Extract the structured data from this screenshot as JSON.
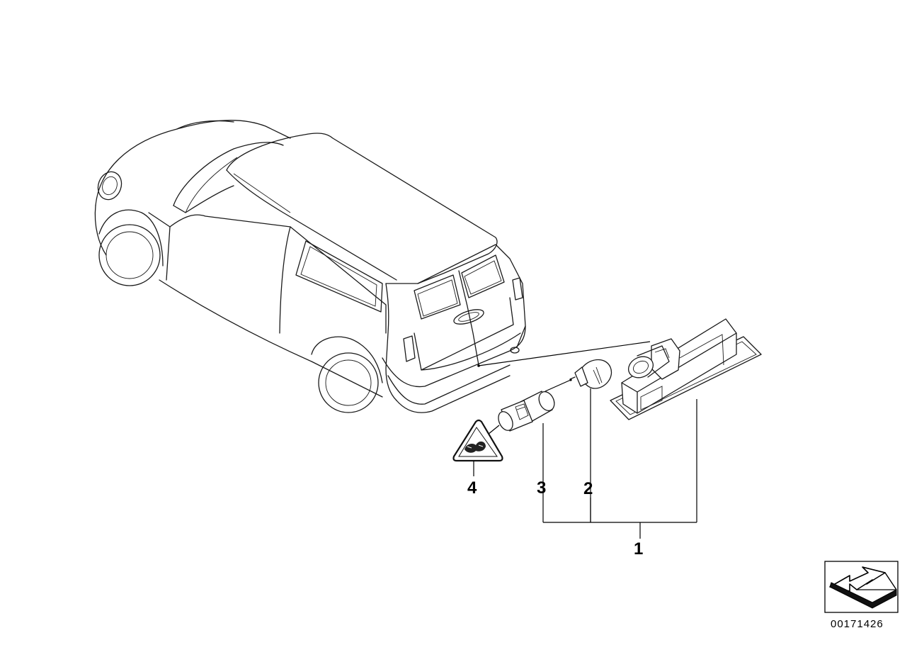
{
  "diagram": {
    "callouts": [
      {
        "id": "1",
        "label": "1"
      },
      {
        "id": "2",
        "label": "2"
      },
      {
        "id": "3",
        "label": "3"
      },
      {
        "id": "4",
        "label": "4"
      }
    ],
    "reference_number": "00171426"
  }
}
